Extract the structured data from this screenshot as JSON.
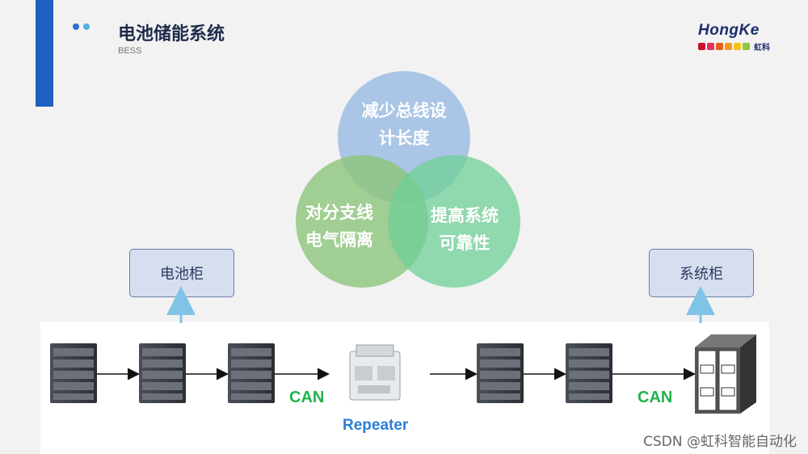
{
  "header": {
    "title": "电池储能系统",
    "subtitle": "BESS"
  },
  "logo": {
    "brand": "HongKe",
    "chinese": "虹科",
    "colors": [
      "#c8102e",
      "#e2335a",
      "#e85d1a",
      "#f39a1c",
      "#f6c21a",
      "#8dc63f",
      "#2f9e44"
    ]
  },
  "venn": {
    "top": "减少总线设\n计长度",
    "top_lines": [
      "减少总线设",
      "计长度"
    ],
    "left_lines": [
      "对分支线",
      "电气隔离"
    ],
    "right_lines": [
      "提高系统",
      "可靠性"
    ],
    "colors": {
      "top": "#9dbde3",
      "left": "#93c77e",
      "right": "#6fcf97"
    }
  },
  "boxes": {
    "battery_cabinet": "电池柜",
    "system_cabinet": "系统柜"
  },
  "diagram": {
    "can_left": "CAN",
    "can_right": "CAN",
    "repeater": "Repeater"
  },
  "watermark": "CSDN @虹科智能自动化"
}
